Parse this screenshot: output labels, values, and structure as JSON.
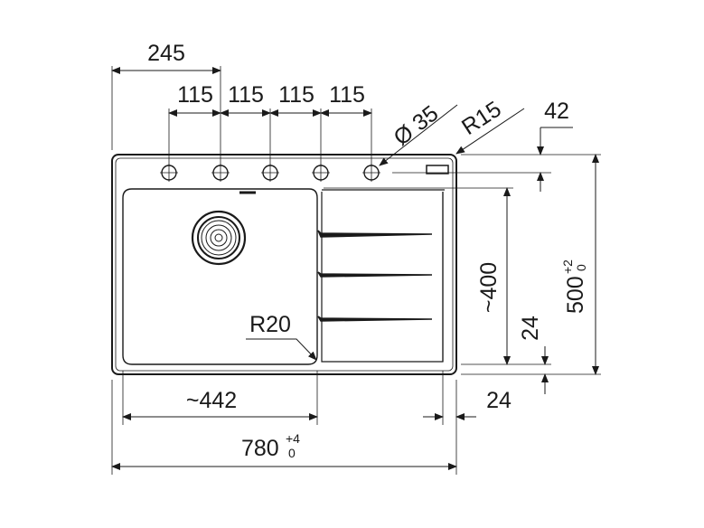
{
  "dimensions": {
    "offset_245": "245",
    "hole_spacing": [
      "115",
      "115",
      "115",
      "115"
    ],
    "hole_diameter": "Ø 35",
    "corner_radius_outer": "R15",
    "hole_row_offset": "42",
    "bowl_depth": "~400",
    "total_depth": "500",
    "total_depth_tolerance_upper": "+2",
    "total_depth_tolerance_lower": "0",
    "bowl_radius": "R20",
    "bowl_width": "~442",
    "rim_right": "24",
    "rim_bottom": "24",
    "total_width": "780",
    "total_width_tolerance_upper": "+4",
    "total_width_tolerance_lower": "0"
  }
}
